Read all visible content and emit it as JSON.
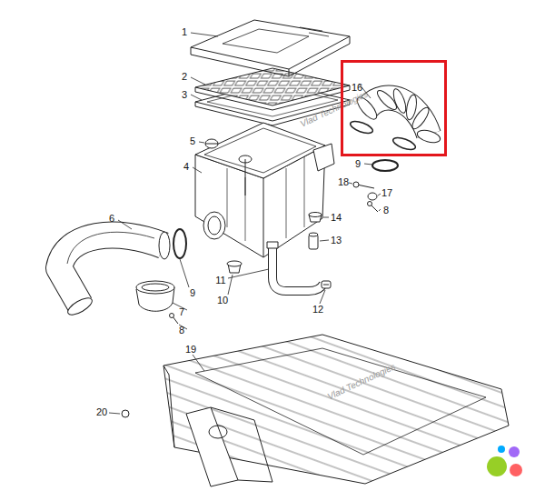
{
  "diagram": {
    "nodes": [
      {
        "text": [
          "16"
        ]
      }
    ],
    "labels": [
      "1",
      "2",
      "3",
      "5",
      "4",
      "6",
      "9",
      "7",
      "8",
      "10",
      "11",
      "12",
      "13",
      "14",
      "18",
      "17",
      "8",
      "9",
      "19",
      "20",
      "Vlad Technologies",
      "Vlad Technologies"
    ]
  }
}
